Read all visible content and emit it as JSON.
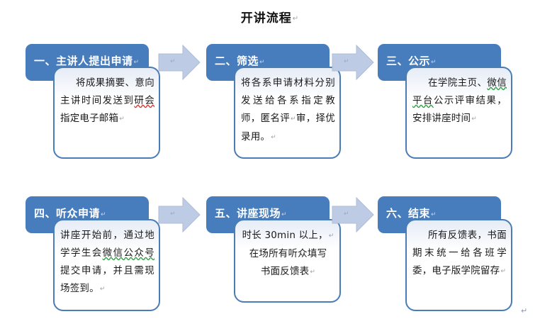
{
  "document": {
    "title": "开讲流程",
    "pilcrow": "↵",
    "tail_pilcrow": "↵"
  },
  "theme": {
    "header_blue": "#477cbd",
    "card_border_blue": "#4a7cb5",
    "card_top_tint": "#e6ecf6",
    "arrow_fill": "#bdcce4",
    "arrow_stroke": "#aabbd8",
    "page_background": "#ffffff",
    "spellcheck_red": "#e03131",
    "grammar_green": "#2f9e44"
  },
  "flow": {
    "steps": [
      {
        "id": "step-1",
        "header": "一、主讲人提出申请",
        "body": "将成果摘要、意向主讲时间发送到研会指定电子邮箱",
        "body_segments": [
          {
            "text": "将成果摘要、意向主讲时间发送到",
            "mark": "none"
          },
          {
            "text": "研会",
            "mark": "red"
          },
          {
            "text": "指定电子邮箱",
            "mark": "none"
          }
        ],
        "align": "justify"
      },
      {
        "id": "step-2",
        "header": "二、筛选",
        "body": "将各系申请材料分别发送给各系指定教师，匿名评审，择优录用。",
        "body_segments": [
          {
            "text": "将各系申请材料分别发送给各系指定教师，匿名评审，择优录用。",
            "mark": "none"
          }
        ],
        "align": "justify"
      },
      {
        "id": "step-3",
        "header": "三、公示",
        "body": "在学院主页、微信平台公示评审结果，安排讲座时间",
        "body_segments": [
          {
            "text": "在学院主页、",
            "mark": "none"
          },
          {
            "text": "微信平台",
            "mark": "green"
          },
          {
            "text": "公示评审结果，安排讲座时间",
            "mark": "none"
          }
        ],
        "align": "justify"
      },
      {
        "id": "step-4",
        "header": "四、听众申请",
        "body": "讲座开始前，通过地学学生会微信公众号提交申请，并且需现场签到。",
        "body_segments": [
          {
            "text": "讲座开始前，通过地学学生会",
            "mark": "none"
          },
          {
            "text": "微信公众号",
            "mark": "green"
          },
          {
            "text": "提交申请，并且需现场签到。",
            "mark": "none"
          }
        ],
        "align": "justify-noindent"
      },
      {
        "id": "step-5",
        "header": "五、讲座现场",
        "body": "时长 30min 以上，在场所有听众填写书面反馈表",
        "body_segments": [
          {
            "text": "时长 30min 以上，在场所有听众填写书面反馈表",
            "mark": "none"
          }
        ],
        "align": "center"
      },
      {
        "id": "step-6",
        "header": "六、结束",
        "body": "所有反馈表，书面期末统一给各班学委，电子版学院留存",
        "body_segments": [
          {
            "text": "所有反馈表，书面期末统一给各班学委，电子版学院留存",
            "mark": "none"
          }
        ],
        "align": "justify"
      }
    ],
    "arrows": [
      {
        "id": "arrow-1",
        "from": "step-1",
        "to": "step-2",
        "mark": "↵"
      },
      {
        "id": "arrow-2",
        "from": "step-2",
        "to": "step-3",
        "mark": "↵"
      },
      {
        "id": "arrow-3",
        "from": "step-4",
        "to": "step-5",
        "mark": "↵"
      },
      {
        "id": "arrow-4",
        "from": "step-5",
        "to": "step-6",
        "mark": "↵"
      }
    ]
  }
}
